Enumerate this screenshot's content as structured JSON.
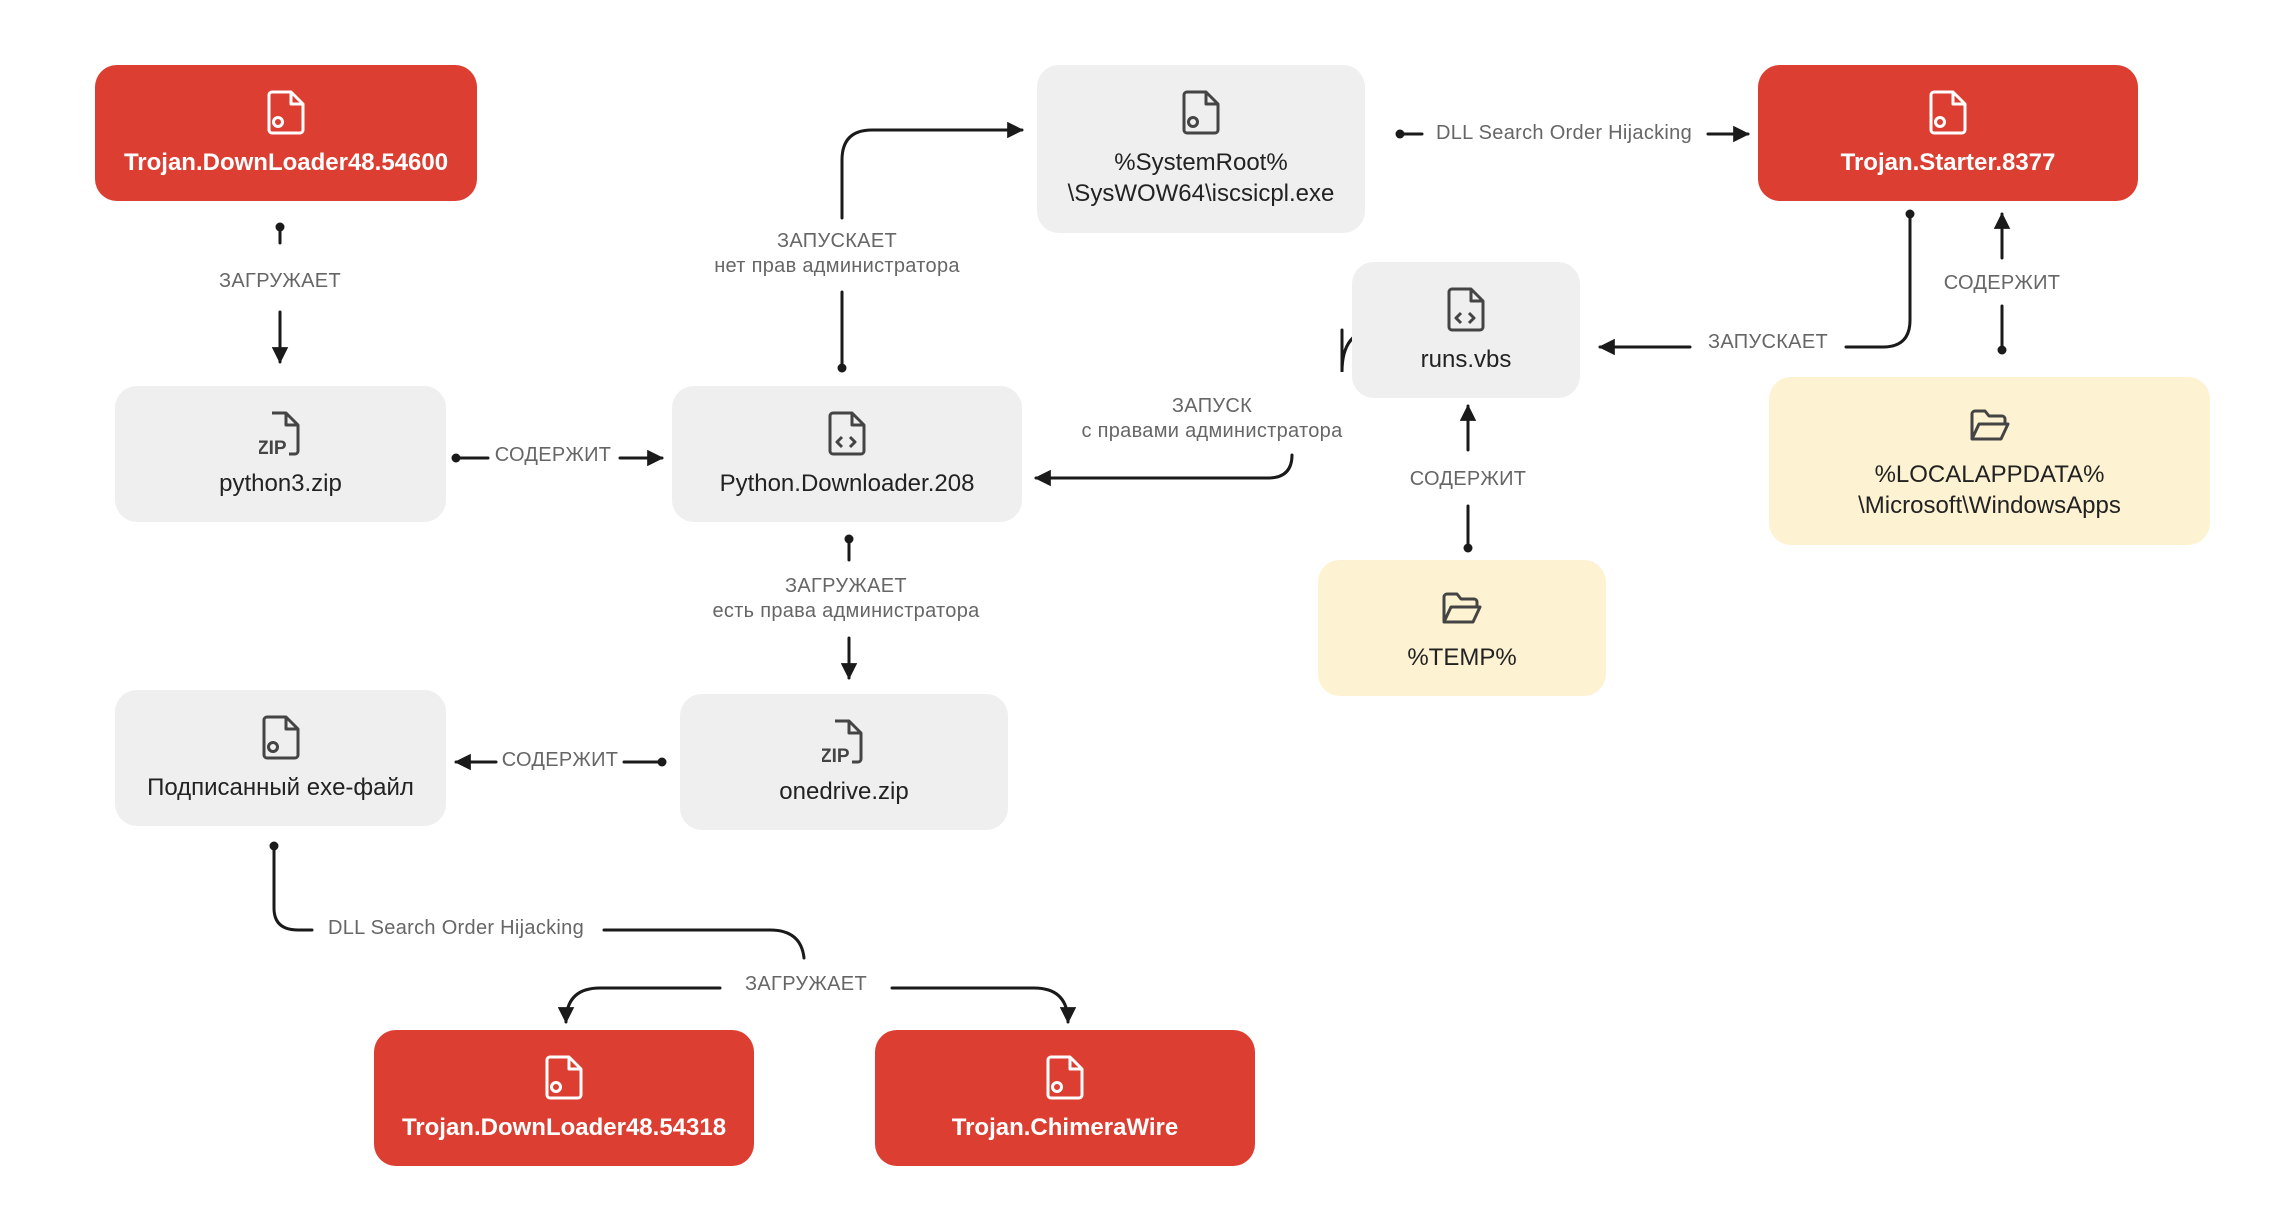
{
  "nodes": {
    "downloader_54600": "Trojan.DownLoader48.54600",
    "python3_zip": "python3.zip",
    "python_downloader": "Python.Downloader.208",
    "iscsicpl": "%SystemRoot%\n\\SysWOW64\\iscsicpl.exe",
    "starter": "Trojan.Starter.8377",
    "runs_vbs": "runs.vbs",
    "localappdata": "%LOCALAPPDATA%\n\\Microsoft\\WindowsApps",
    "temp": "%TEMP%",
    "signed_exe": "Подписанный exe-файл",
    "onedrive_zip": "onedrive.zip",
    "downloader_54318": "Trojan.DownLoader48.54318",
    "chimerawire": "Trojan.ChimeraWire"
  },
  "edges": {
    "loads_1": "ЗАГРУЖАЕТ",
    "contains_python3": "СОДЕРЖИТ",
    "launches_1": "ЗАПУСКАЕТ",
    "launches_1_sub": "нет прав администратора",
    "dll_hijack_1": "DLL Search Order Hijacking",
    "contains_starter": "СОДЕРЖИТ",
    "launches_2": "ЗАПУСКАЕТ",
    "launch_admin": "ЗАПУСК",
    "launch_admin_sub": "с правами администратора",
    "contains_temp": "СОДЕРЖИТ",
    "loads_2": "ЗАГРУЖАЕТ",
    "loads_2_sub": "есть права администратора",
    "contains_signed": "СОДЕРЖИТ",
    "dll_hijack_2": "DLL Search Order Hijacking",
    "loads_3": "ЗАГРУЖАЕТ"
  },
  "colors": {
    "malware": "#dc3e32",
    "file": "#efefef",
    "folder": "#fdf3d3",
    "line": "#1a1a1a",
    "edge_text": "#666666"
  }
}
